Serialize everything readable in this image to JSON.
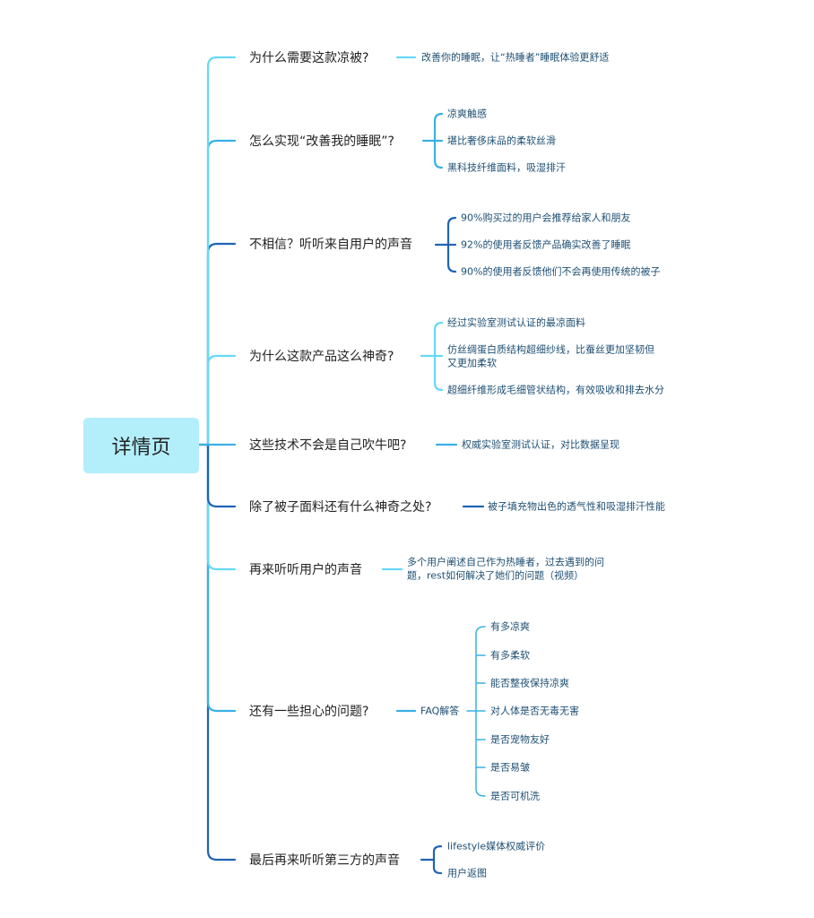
{
  "center": "详情页",
  "colors": {
    "light": "#66d9f7",
    "mid": "#3ab0e4",
    "dark": "#1f64b4",
    "center_bg": "#b3eefb"
  },
  "branches": [
    {
      "label": "为什么需要这款凉被?",
      "children": [
        "改善你的睡眠，让“热睡者”睡眠体验更舒适"
      ]
    },
    {
      "label": "怎么实现“改善我的睡眠”?",
      "children": [
        "凉爽触感",
        "堪比奢侈床品的柔软丝滑",
        "黑科技纤维面料，吸湿排汗"
      ]
    },
    {
      "label": "不相信？听听来自用户的声音",
      "children": [
        "90%购买过的用户会推荐给家人和朋友",
        "92%的使用者反馈产品确实改善了睡眠",
        "90%的使用者反馈他们不会再使用传统的被子"
      ]
    },
    {
      "label": "为什么这款产品这么神奇?",
      "children": [
        "经过实验室测试认证的最凉面料",
        "仿丝绸蛋白质结构超细纱线，比蚕丝更加坚韧但",
        "又更加柔软",
        "超细纤维形成毛细管状结构，有效吸收和排去水分"
      ]
    },
    {
      "label": "这些技术不会是自己吹牛吧?",
      "children": [
        "权威实验室测试认证，对比数据呈现"
      ]
    },
    {
      "label": "除了被子面料还有什么神奇之处?",
      "children": [
        "被子填充物出色的透气性和吸湿排汗性能"
      ]
    },
    {
      "label": "再来听听用户的声音",
      "children": [
        "多个用户阐述自己作为热睡者，过去遇到的问",
        "题，rest如何解决了她们的问题（视频）"
      ]
    },
    {
      "label": "还有一些担心的问题?",
      "faq": "FAQ解答",
      "children": [
        "有多凉爽",
        "有多柔软",
        "能否整夜保持凉爽",
        "对人体是否无毒无害",
        "是否宠物友好",
        "是否易皱",
        "是否可机洗"
      ]
    },
    {
      "label": "最后再来听听第三方的声音",
      "children": [
        "lifestyle媒体权威评价",
        "用户返图"
      ]
    }
  ]
}
